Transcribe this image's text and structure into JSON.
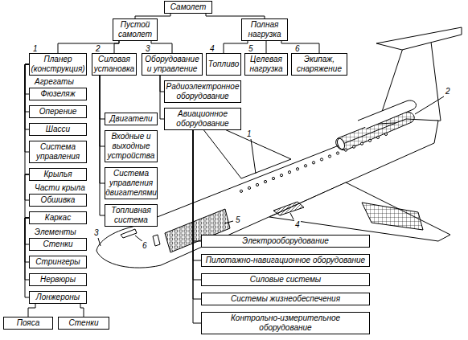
{
  "diagram": {
    "nodes": [
      {
        "text": [
          "Самолет"
        ]
      },
      {
        "text": [
          "Пустой самолет"
        ]
      },
      {
        "text": [
          "Полная нагрузка"
        ]
      },
      {
        "text": [
          "Планер (конструкция)"
        ]
      },
      {
        "text": [
          "Силовая установка"
        ]
      },
      {
        "text": [
          "Оборудование и управление"
        ]
      },
      {
        "text": [
          "Топливо"
        ]
      },
      {
        "text": [
          "Целевая нагрузка"
        ]
      },
      {
        "text": [
          "Экипаж, снаряжение"
        ]
      },
      {
        "text": [
          "Фюзеляж"
        ]
      },
      {
        "text": [
          "Оперение"
        ]
      },
      {
        "text": [
          "Шасси"
        ]
      },
      {
        "text": [
          "Система управления"
        ]
      },
      {
        "text": [
          "Крылья"
        ]
      },
      {
        "text": [
          "Обшивка"
        ]
      },
      {
        "text": [
          "Каркас"
        ]
      },
      {
        "text": [
          "Стенки"
        ]
      },
      {
        "text": [
          "Стрингеры"
        ]
      },
      {
        "text": [
          "Нервюры"
        ]
      },
      {
        "text": [
          "Лонжероны"
        ]
      },
      {
        "text": [
          "Пояса"
        ]
      },
      {
        "text": [
          "Стенки"
        ]
      },
      {
        "text": [
          "Двигатели"
        ]
      },
      {
        "text": [
          "Входные и выходные устройства"
        ]
      },
      {
        "text": [
          "Система управления двигателями"
        ]
      },
      {
        "text": [
          "Топливная система"
        ]
      },
      {
        "text": [
          "Радиоэлектронное оборудование"
        ]
      },
      {
        "text": [
          "Авиационное оборудование"
        ]
      },
      {
        "text": [
          "Электрооборудование"
        ]
      },
      {
        "text": [
          "Пилотажно-навигационное оборудование"
        ]
      },
      {
        "text": [
          "Силовые системы"
        ]
      },
      {
        "text": [
          "Системы жизнеобеспечения"
        ]
      },
      {
        "text": [
          "Контрольно-измерительное оборудование"
        ]
      }
    ],
    "edges": [
      {
        "from": 0,
        "to": 1,
        "arrow": "none"
      },
      {
        "from": 0,
        "to": 2,
        "arrow": "none"
      },
      {
        "from": 1,
        "to": 3,
        "arrow": "none"
      },
      {
        "from": 1,
        "to": 4,
        "arrow": "none"
      },
      {
        "from": 1,
        "to": 5,
        "arrow": "none"
      },
      {
        "from": 2,
        "to": 6,
        "arrow": "none"
      },
      {
        "from": 2,
        "to": 7,
        "arrow": "none"
      },
      {
        "from": 2,
        "to": 8,
        "arrow": "none"
      },
      {
        "from": 3,
        "to": 9,
        "arrow": "none"
      },
      {
        "from": 3,
        "to": 10,
        "arrow": "none"
      },
      {
        "from": 3,
        "to": 11,
        "arrow": "none"
      },
      {
        "from": 3,
        "to": 12,
        "arrow": "none"
      },
      {
        "from": 3,
        "to": 13,
        "arrow": "none"
      },
      {
        "from": 13,
        "to": 14,
        "arrow": "none"
      },
      {
        "from": 13,
        "to": 15,
        "arrow": "none"
      },
      {
        "from": 15,
        "to": 16,
        "arrow": "none"
      },
      {
        "from": 15,
        "to": 17,
        "arrow": "none"
      },
      {
        "from": 15,
        "to": 18,
        "arrow": "none"
      },
      {
        "from": 15,
        "to": 19,
        "arrow": "none"
      },
      {
        "from": 19,
        "to": 20,
        "arrow": "none"
      },
      {
        "from": 19,
        "to": 21,
        "arrow": "none"
      },
      {
        "from": 4,
        "to": 22,
        "arrow": "none"
      },
      {
        "from": 4,
        "to": 23,
        "arrow": "none"
      },
      {
        "from": 4,
        "to": 24,
        "arrow": "none"
      },
      {
        "from": 4,
        "to": 25,
        "arrow": "none"
      },
      {
        "from": 5,
        "to": 26,
        "arrow": "none"
      },
      {
        "from": 5,
        "to": 27,
        "arrow": "none"
      },
      {
        "from": 27,
        "to": 28,
        "arrow": "none"
      },
      {
        "from": 27,
        "to": 29,
        "arrow": "none"
      },
      {
        "from": 27,
        "to": 30,
        "arrow": "none"
      },
      {
        "from": 27,
        "to": 31,
        "arrow": "none"
      },
      {
        "from": 27,
        "to": 32,
        "arrow": "none"
      }
    ],
    "labels": [
      "1",
      "2",
      "3",
      "4",
      "5",
      "6",
      "Агрегаты",
      "Части крыла",
      "Элементы",
      "1",
      "2",
      "3",
      "4",
      "5",
      "6"
    ]
  }
}
